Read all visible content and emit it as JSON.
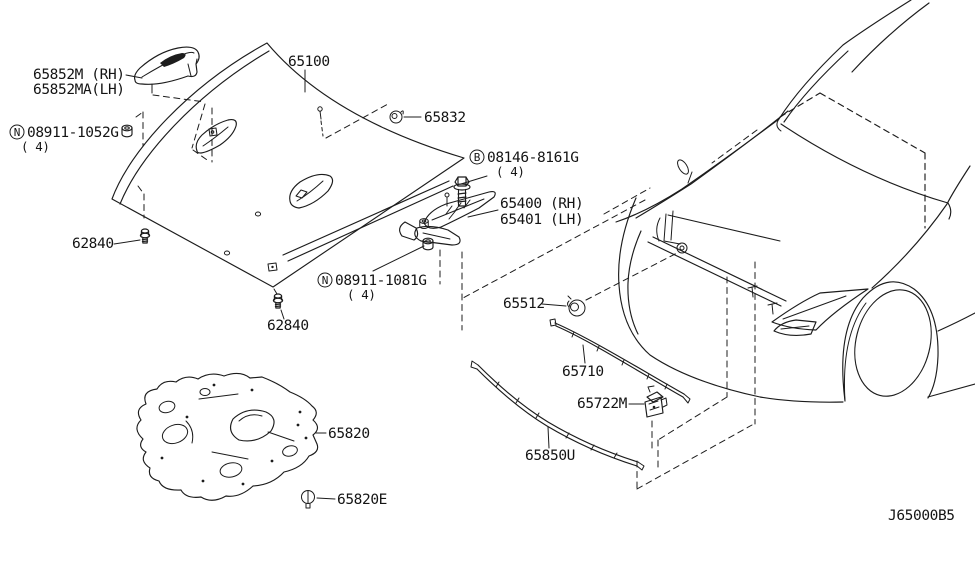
{
  "diagram": {
    "code": "J65000B5",
    "background_color": "#ffffff",
    "line_color": "#1c1c1c"
  },
  "parts": {
    "hood_panel": {
      "label": "65100"
    },
    "front_finisher": {
      "label_rh": "65852M (RH)",
      "label_lh": "65852MA(LH)"
    },
    "front_nut": {
      "prefix": "N",
      "label": "08911-1052G",
      "qty": "( 4)"
    },
    "hood_grommet": {
      "label": "65832"
    },
    "hinge_bolt": {
      "prefix": "B",
      "label": "08146-8161G",
      "qty": "( 4)"
    },
    "hood_hinge": {
      "label_rh": "65400 (RH)",
      "label_lh": "65401 (LH)"
    },
    "bumper_bolt_front": {
      "label": "62840"
    },
    "rear_nut": {
      "prefix": "N",
      "label": "08911-1081G",
      "qty": "( 4)"
    },
    "bumper_bolt_rear": {
      "label": "62840"
    },
    "bumper_rubber": {
      "label": "65512"
    },
    "support_rod": {
      "label": "65710"
    },
    "rod_clamp": {
      "label": "65722M"
    },
    "hood_insulator": {
      "label": "65820"
    },
    "front_seal": {
      "label": "65850U"
    },
    "insulator_clip": {
      "label": "65820E"
    }
  }
}
